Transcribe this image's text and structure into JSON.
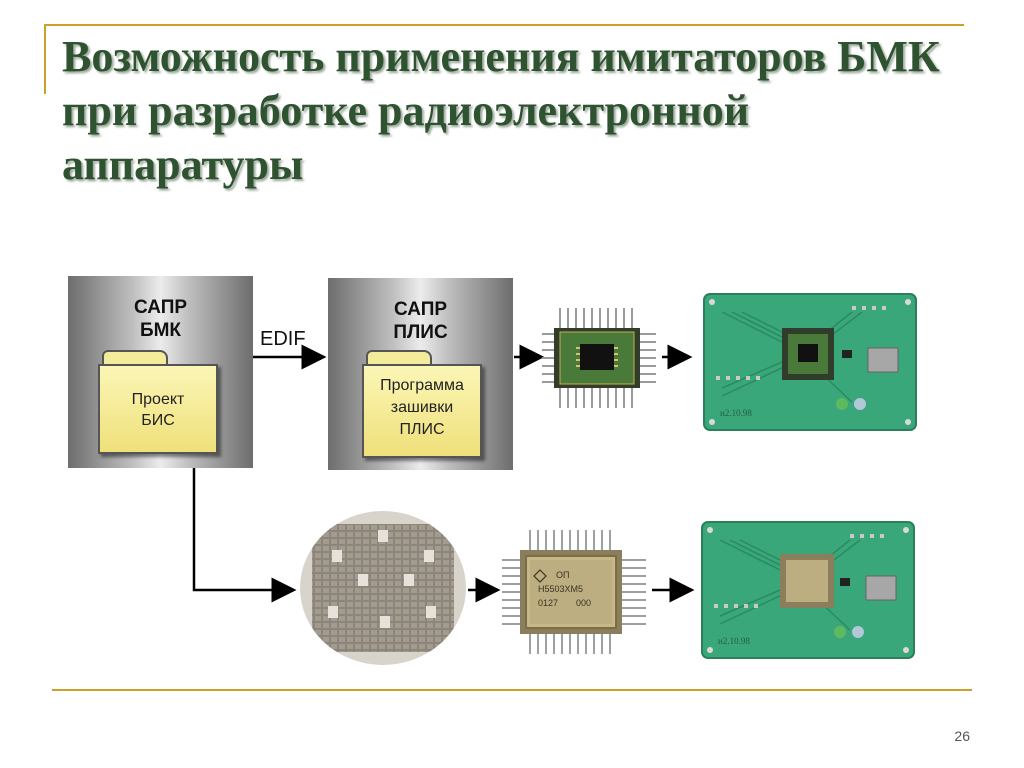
{
  "slide": {
    "title": "Возможность применения имитаторов БМК при разработке радиоэлектронной аппаратуры",
    "number": "26"
  },
  "box1": {
    "line1": "САПР",
    "line2": "БМК",
    "folder_line1": "Проект",
    "folder_line2": "БИС"
  },
  "box2": {
    "line1": "САПР",
    "line2": "ПЛИС",
    "folder_line1": "Программа",
    "folder_line2": "зашивки",
    "folder_line3": "ПЛИС"
  },
  "edif_label": "EDIF",
  "chip_marking": {
    "line1": "ОП",
    "line2": "Н5503ХМ5",
    "line3": "0127",
    "line4": "000"
  },
  "board_marking": "н2.10.98",
  "colors": {
    "title": "#2f5330",
    "accent_line": "#c9a227",
    "board": "#3aa77a",
    "folder": "#f3ec9a"
  }
}
